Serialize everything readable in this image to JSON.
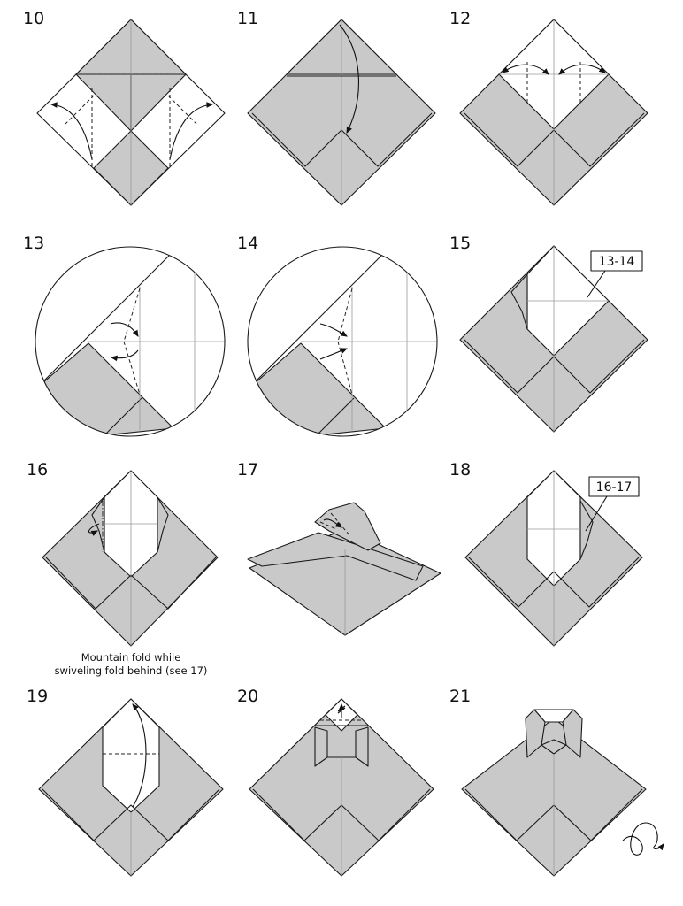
{
  "steps": [
    {
      "number": "10"
    },
    {
      "number": "11"
    },
    {
      "number": "12"
    },
    {
      "number": "13"
    },
    {
      "number": "14"
    },
    {
      "number": "15",
      "callout": "13-14"
    },
    {
      "number": "16",
      "caption_line1": "Mountain fold while",
      "caption_line2": "swiveling fold behind (see 17)"
    },
    {
      "number": "17"
    },
    {
      "number": "18",
      "callout": "16-17"
    },
    {
      "number": "19"
    },
    {
      "number": "20"
    },
    {
      "number": "21"
    }
  ],
  "colors": {
    "paper_colored": "#c9c9c9",
    "paper_white": "#ffffff",
    "line": "#1a1a1a"
  },
  "icons": [
    "turn-over-icon"
  ]
}
